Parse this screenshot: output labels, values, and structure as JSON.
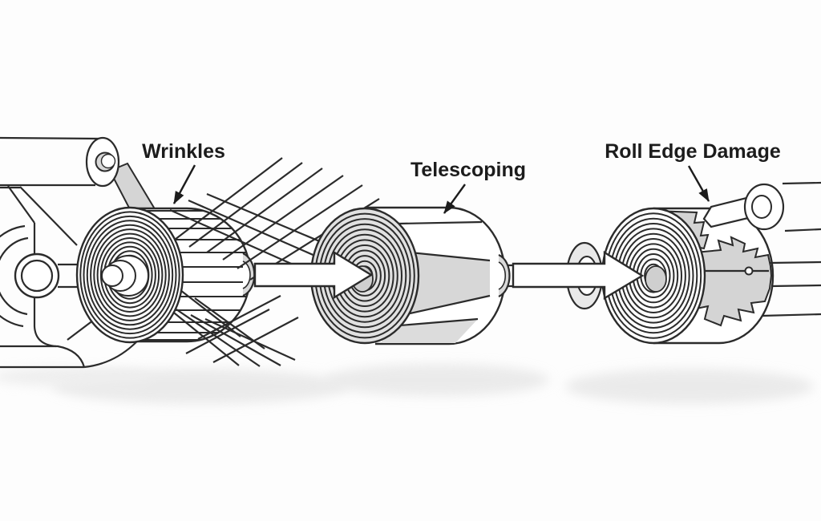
{
  "diagram": {
    "background": "#fdfdfd",
    "line_color": "#2b2b2b",
    "gray_fill": "#d6d6d6",
    "labels": {
      "wrinkles": "Wrinkles",
      "telescoping": "Telescoping",
      "roll_edge_damage": "Roll Edge Damage"
    }
  }
}
